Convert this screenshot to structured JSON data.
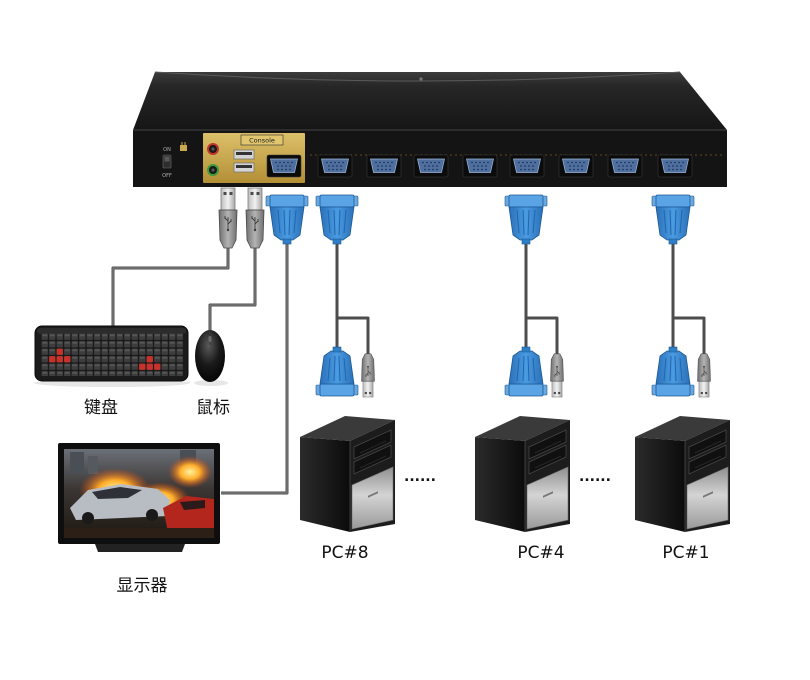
{
  "kvm_switch": {
    "power_on_label": "ON",
    "power_off_label": "OFF",
    "console_label": "Console"
  },
  "peripherals": {
    "keyboard_label": "键盘",
    "mouse_label": "鼠标",
    "monitor_label": "显示器"
  },
  "computers": [
    {
      "label": "PC#8"
    },
    {
      "label": "PC#4"
    },
    {
      "label": "PC#1"
    }
  ],
  "ellipsis": [
    "......",
    "......"
  ],
  "icons": {
    "power": "power-plug-icon",
    "audio_out": "headphone-jack-icon",
    "mic_in": "microphone-jack-icon",
    "usb": "usb-port-icon",
    "vga": "vga-port-icon"
  },
  "colors": {
    "device_body": "#141414",
    "console_panel": "#c9a94f",
    "vga_connector": "#2f7fc6",
    "cable": "#4d4d4d",
    "keyboard_accent": "#c8322a",
    "pc_front_panel": "#bfbfbf"
  }
}
